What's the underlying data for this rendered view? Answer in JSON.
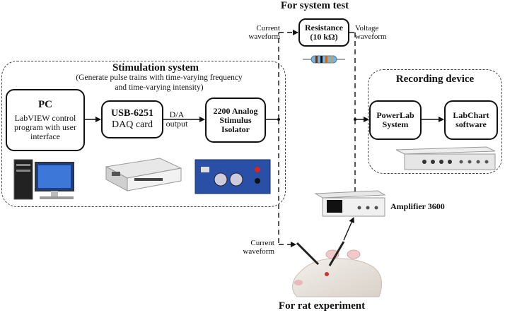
{
  "titles": {
    "system_test": "For system test",
    "rat_experiment": "For rat experiment"
  },
  "stimulation_system": {
    "title": "Stimulation system",
    "subtitle_line1": "(Generate pulse trains with time-varying frequency",
    "subtitle_line2": "and time-varying intensity)"
  },
  "pc_box": {
    "title": "PC",
    "line1": "LabVIEW control",
    "line2": "program with user",
    "line3": "interface"
  },
  "daq_box": {
    "title": "USB-6251",
    "subtitle": "DAQ card"
  },
  "da_output": {
    "line1": "D/A",
    "line2": "output"
  },
  "isolator_box": {
    "line1": "2200 Analog",
    "line2": "Stimulus",
    "line3": "Isolator"
  },
  "resistance_box": {
    "line1": "Resistance",
    "line2": "(10 kΩ)"
  },
  "labels": {
    "current_waveform_top_1": "Current",
    "current_waveform_top_2": "waveform",
    "voltage_waveform_1": "Voltage",
    "voltage_waveform_2": "waveform",
    "current_waveform_bottom_1": "Current",
    "current_waveform_bottom_2": "waveform",
    "amplifier": "Amplifier 3600"
  },
  "recording_device": {
    "title": "Recording device",
    "powerlab_line1": "PowerLab",
    "powerlab_line2": "System",
    "labchart_line1": "LabChart",
    "labchart_line2": "software"
  }
}
